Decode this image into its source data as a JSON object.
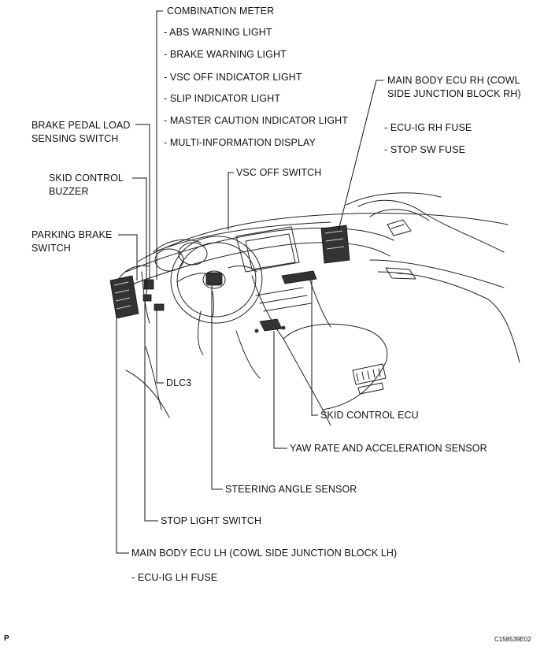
{
  "labels": {
    "combination_meter": "COMBINATION METER",
    "abs_warning": "- ABS WARNING LIGHT",
    "brake_warning": "- BRAKE WARNING LIGHT",
    "vsc_off_indicator": "- VSC OFF INDICATOR LIGHT",
    "slip_indicator": "- SLIP INDICATOR LIGHT",
    "master_caution": "- MASTER CAUTION INDICATOR LIGHT",
    "multi_info": "- MULTI-INFORMATION DISPLAY",
    "main_ecu_rh": "MAIN BODY ECU RH (COWL\nSIDE JUNCTION BLOCK RH)",
    "ecu_ig_rh": "- ECU-IG RH FUSE",
    "stop_sw": "- STOP SW FUSE",
    "brake_pedal": "BRAKE PEDAL LOAD\nSENSING SWITCH",
    "skid_buzzer": "SKID CONTROL\nBUZZER",
    "vsc_off_switch": "VSC OFF SWITCH",
    "parking_brake": "PARKING BRAKE\nSWITCH",
    "dlc3": "DLC3",
    "skid_ecu": "SKID CONTROL ECU",
    "yaw_rate": "YAW RATE AND ACCELERATION SENSOR",
    "steering_angle": "STEERING ANGLE SENSOR",
    "stop_light": "STOP LIGHT SWITCH",
    "main_ecu_lh": "MAIN BODY ECU LH (COWL SIDE JUNCTION BLOCK LH)",
    "ecu_ig_lh": "- ECU-IG LH FUSE"
  },
  "footer": {
    "page_letter": "P",
    "figure_code": "C158539E02"
  }
}
